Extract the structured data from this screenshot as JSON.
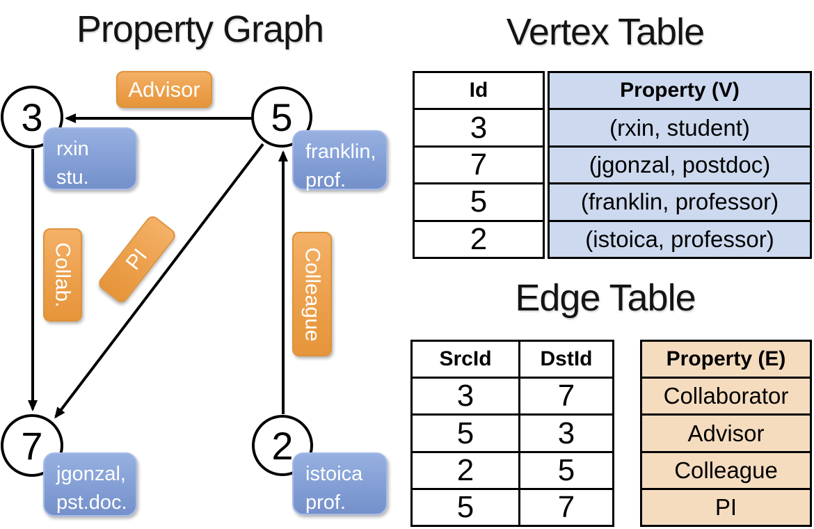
{
  "graph": {
    "title": "Property Graph",
    "vertices": [
      {
        "id": "3",
        "line1": "rxin",
        "line2": "stu."
      },
      {
        "id": "5",
        "line1": "franklin,",
        "line2": "prof."
      },
      {
        "id": "7",
        "line1": "jgonzal,",
        "line2": "pst.doc."
      },
      {
        "id": "2",
        "line1": "istoica",
        "line2": "prof."
      }
    ],
    "edges": [
      {
        "from": "5",
        "to": "3",
        "label": "Advisor"
      },
      {
        "from": "3",
        "to": "7",
        "label": "Collab."
      },
      {
        "from": "5",
        "to": "7",
        "label": "PI"
      },
      {
        "from": "2",
        "to": "5",
        "label": "Colleague"
      }
    ]
  },
  "vertex_table": {
    "title": "Vertex Table",
    "columns": {
      "id": "Id",
      "property": "Property (V)"
    },
    "rows": [
      {
        "id": "3",
        "property": "(rxin, student)"
      },
      {
        "id": "7",
        "property": "(jgonzal, postdoc)"
      },
      {
        "id": "5",
        "property": "(franklin, professor)"
      },
      {
        "id": "2",
        "property": "(istoica, professor)"
      }
    ]
  },
  "edge_table": {
    "title": "Edge Table",
    "columns": {
      "src": "SrcId",
      "dst": "DstId",
      "property": "Property (E)"
    },
    "rows": [
      {
        "src": "3",
        "dst": "7",
        "property": "Collaborator"
      },
      {
        "src": "5",
        "dst": "3",
        "property": "Advisor"
      },
      {
        "src": "2",
        "dst": "5",
        "property": "Colleague"
      },
      {
        "src": "5",
        "dst": "7",
        "property": "PI"
      }
    ]
  },
  "colors": {
    "edge_label_orange": "#EDA24F",
    "vertex_label_blue": "#84A0D6",
    "vertex_table_fill": "#CDD9EE",
    "edge_table_fill": "#F5DCBF",
    "line_black": "#000000",
    "background": "#FFFFFF"
  }
}
